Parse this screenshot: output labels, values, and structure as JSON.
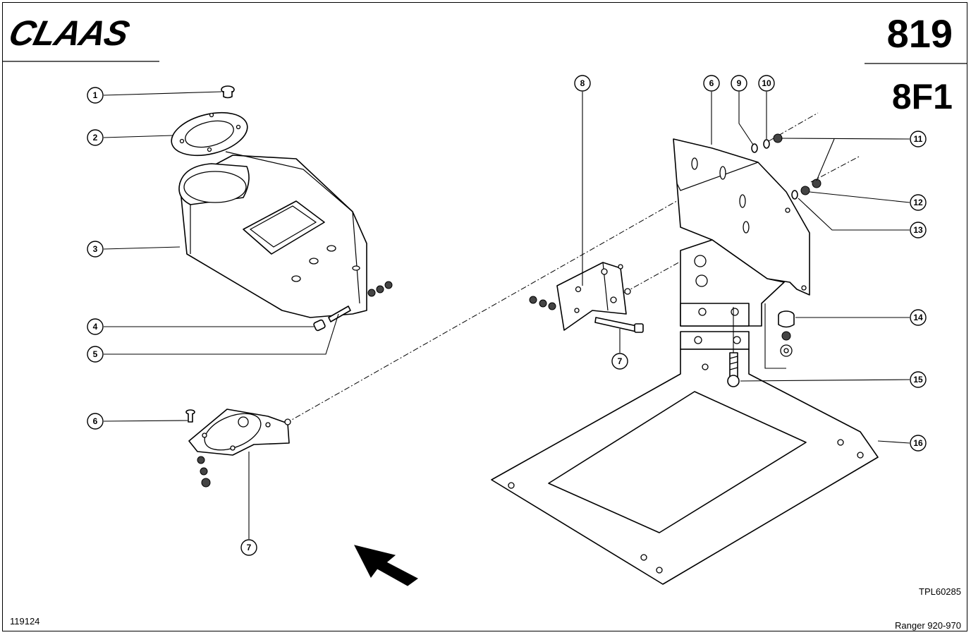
{
  "header": {
    "brand": "CLAAS",
    "page_number": "819",
    "group_code": "8F1"
  },
  "footer": {
    "drawing_reference": "TPL60285",
    "document_id": "119124",
    "model_range": "Ranger 920-970"
  },
  "callouts": [
    "1",
    "2",
    "3",
    "4",
    "5",
    "6",
    "7",
    "8",
    "7",
    "6",
    "9",
    "10",
    "11",
    "12",
    "13",
    "14",
    "15",
    "16"
  ]
}
